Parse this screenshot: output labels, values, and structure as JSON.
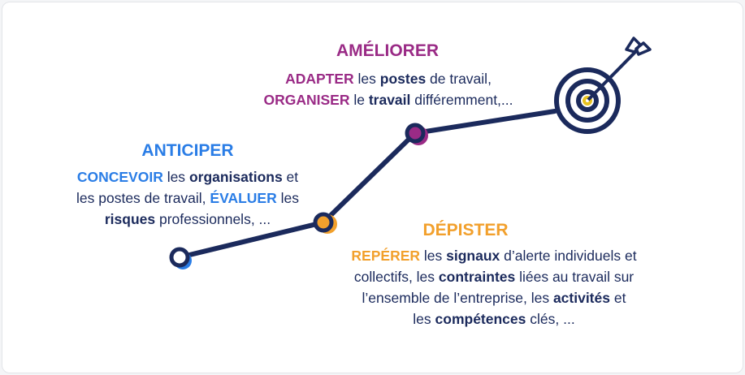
{
  "colors": {
    "navy": "#1b2a5c",
    "anticiper": "#2a7de6",
    "ameliorer": "#9a2b86",
    "depister": "#f2a02c",
    "target_center": "#e8c21f"
  },
  "ameliorer": {
    "title": "AMÉLIORER",
    "lines": [
      [
        {
          "t": "ADAPTER",
          "k": "verb"
        },
        {
          "t": " les ",
          "k": "n"
        },
        {
          "t": "postes",
          "k": "b"
        },
        {
          "t": " de ",
          "k": "n"
        },
        {
          "t": "travail",
          "k": "n"
        },
        {
          "t": ",",
          "k": "n"
        }
      ],
      [
        {
          "t": "ORGANISER",
          "k": "verb"
        },
        {
          "t": " le ",
          "k": "n"
        },
        {
          "t": "travail",
          "k": "b"
        },
        {
          "t": " différemment,...",
          "k": "n"
        }
      ]
    ]
  },
  "anticiper": {
    "title": "ANTICIPER",
    "lines": [
      [
        {
          "t": "CONCEVOIR",
          "k": "verb"
        },
        {
          "t": " les ",
          "k": "n"
        },
        {
          "t": "organisations",
          "k": "b"
        },
        {
          "t": " et",
          "k": "n"
        }
      ],
      [
        {
          "t": "les postes de travail, ",
          "k": "n"
        },
        {
          "t": "ÉVALUER",
          "k": "verb"
        },
        {
          "t": " les",
          "k": "n"
        }
      ],
      [
        {
          "t": "risques",
          "k": "b"
        },
        {
          "t": " professionnels, ...",
          "k": "n"
        }
      ]
    ]
  },
  "depister": {
    "title": "DÉPISTER",
    "lines": [
      [
        {
          "t": "REPÉRER",
          "k": "verb"
        },
        {
          "t": " les ",
          "k": "n"
        },
        {
          "t": "signaux",
          "k": "b"
        },
        {
          "t": " d’alerte individuels et",
          "k": "n"
        }
      ],
      [
        {
          "t": "collectifs, les ",
          "k": "n"
        },
        {
          "t": "contraintes",
          "k": "b"
        },
        {
          "t": " liées au travail sur",
          "k": "n"
        }
      ],
      [
        {
          "t": "l’ensemble de l’entreprise, les ",
          "k": "n"
        },
        {
          "t": "activités",
          "k": "b"
        },
        {
          "t": " et",
          "k": "n"
        }
      ],
      [
        {
          "t": "les ",
          "k": "n"
        },
        {
          "t": "compétences",
          "k": "b"
        },
        {
          "t": " clés, ...",
          "k": "n"
        }
      ]
    ]
  }
}
